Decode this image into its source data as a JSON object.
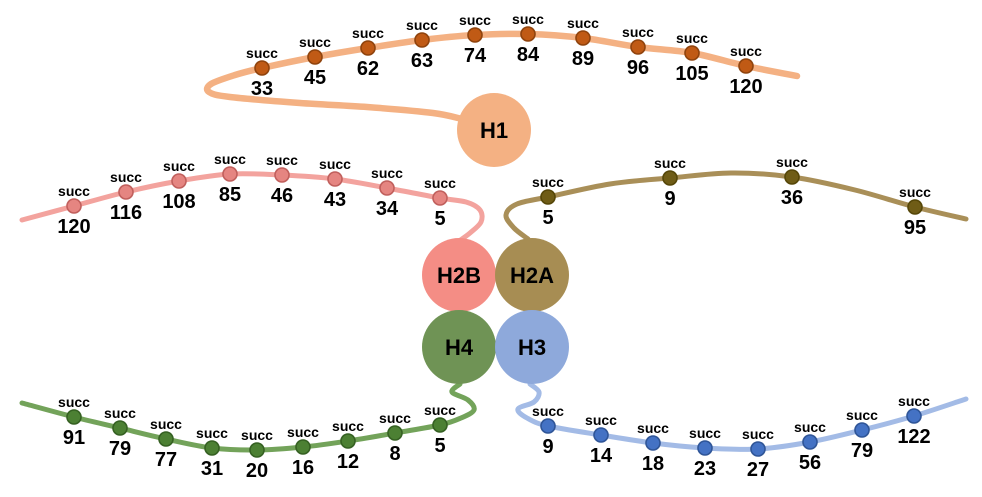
{
  "figure": {
    "modification_label": "succ",
    "histones": [
      {
        "name": "H1",
        "sites": [
          33,
          45,
          62,
          63,
          74,
          84,
          89,
          96,
          105,
          120
        ],
        "colors": {
          "line": "#F4B183",
          "circle": "#F4B183",
          "dot": "#C05A15",
          "dot_stroke": "#8F430D"
        }
      },
      {
        "name": "H2B",
        "sites": [
          120,
          116,
          108,
          85,
          46,
          43,
          34,
          5
        ],
        "colors": {
          "line": "#F3A39E",
          "circle": "#F48D85",
          "dot": "#E58581",
          "dot_stroke": "#C05F5C"
        }
      },
      {
        "name": "H2A",
        "sites": [
          5,
          9,
          36,
          95
        ],
        "colors": {
          "line": "#A98F58",
          "circle": "#A78D53",
          "dot": "#6F5C16",
          "dot_stroke": "#554608"
        }
      },
      {
        "name": "H4",
        "sites": [
          91,
          79,
          77,
          31,
          20,
          16,
          12,
          8,
          5
        ],
        "colors": {
          "line": "#73A35A",
          "circle": "#6F9355",
          "dot": "#4C8033",
          "dot_stroke": "#356022"
        }
      },
      {
        "name": "H3",
        "sites": [
          9,
          14,
          18,
          23,
          27,
          56,
          79,
          122
        ],
        "colors": {
          "line": "#A3BBE6",
          "circle": "#8EA9DB",
          "dot": "#4472C4",
          "dot_stroke": "#2F5597"
        }
      }
    ]
  }
}
